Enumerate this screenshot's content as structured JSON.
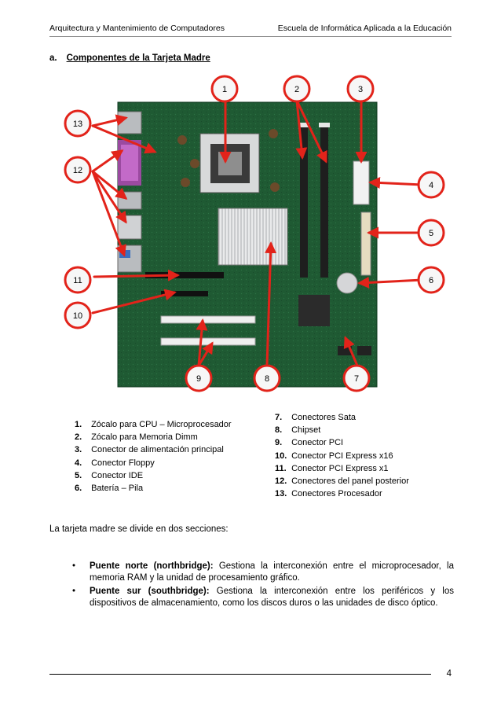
{
  "header": {
    "left": "Arquitectura y Mantenimiento de Computadores",
    "right": "Escuela de Informática Aplicada a la Educación"
  },
  "section": {
    "letter": "a.",
    "title": "Componentes de la Tarjeta Madre"
  },
  "figure": {
    "callouts": [
      "1",
      "2",
      "3",
      "4",
      "5",
      "6",
      "7",
      "8",
      "9",
      "10",
      "11",
      "12",
      "13"
    ],
    "colors": {
      "arrow": "#e2231a",
      "board": "#1f5a33",
      "badge_fill": "#f7f7f7"
    }
  },
  "legend_left": [
    {
      "n": "1.",
      "text": "Zócalo para CPU – Microprocesador"
    },
    {
      "n": "2.",
      "text": "Zócalo para Memoria Dimm"
    },
    {
      "n": "3.",
      "text": "Conector de alimentación principal"
    },
    {
      "n": "4.",
      "text": "Conector Floppy"
    },
    {
      "n": "5.",
      "text": "Conector IDE"
    },
    {
      "n": "6.",
      "text": "Batería – Pila"
    }
  ],
  "legend_right": [
    {
      "n": "7.",
      "text": "Conectores Sata"
    },
    {
      "n": "8.",
      "text": "Chipset"
    },
    {
      "n": "9.",
      "text": "Conector PCI"
    },
    {
      "n": "10.",
      "text": "Conector PCI Express x16"
    },
    {
      "n": "11.",
      "text": "Conector PCI Express x1"
    },
    {
      "n": "12.",
      "text": "Conectores del panel posterior"
    },
    {
      "n": "13.",
      "text": "Conectores Procesador"
    }
  ],
  "intro": "La tarjeta madre se divide en dos secciones:",
  "bullets": [
    {
      "term": "Puente norte (northbridge):",
      "text": "Gestiona la interconexión entre el microprocesador, la memoria RAM y la unidad de procesamiento gráfico."
    },
    {
      "term": "Puente sur (southbridge):",
      "text": "Gestiona la interconexión entre los periféricos y los dispositivos de almacenamiento, como los discos duros o las unidades de disco óptico."
    }
  ],
  "page_number": "4"
}
